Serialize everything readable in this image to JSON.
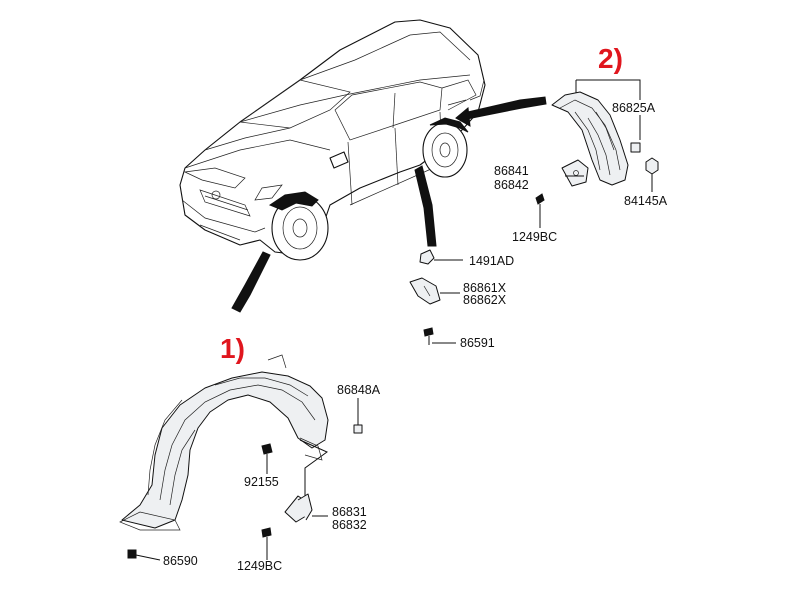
{
  "diagram": {
    "callouts": {
      "front": "1)",
      "rear": "2)"
    },
    "labels": {
      "p86825A": "86825A",
      "p86841": "86841",
      "p86842": "86842",
      "p84145A": "84145A",
      "p1249BC_top": "1249BC",
      "p1491AD": "1491AD",
      "p86861X": "86861X",
      "p86862X": "86862X",
      "p86591": "86591",
      "p86848A": "86848A",
      "p92155": "92155",
      "p86831": "86831",
      "p86832": "86832",
      "p86590": "86590",
      "p1249BC_bottom": "1249BC"
    },
    "colors": {
      "callout": "#e0161e",
      "ink": "#111111"
    }
  }
}
